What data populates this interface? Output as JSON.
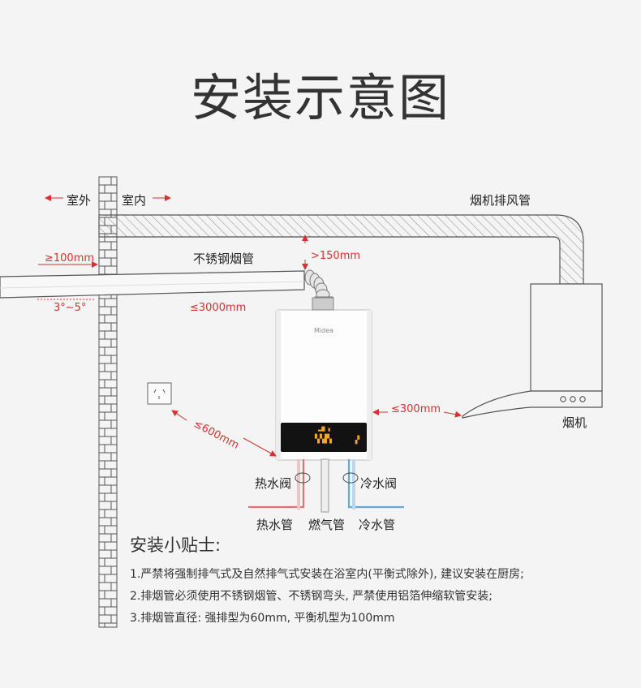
{
  "title": "安装示意图",
  "labels": {
    "outdoor": "室外",
    "indoor": "室内",
    "hood_exhaust_pipe": "烟机排风管",
    "stainless_flue": "不锈钢烟管",
    "hood": "烟机",
    "hot_valve": "热水阀",
    "cold_valve": "冷水阀",
    "hot_pipe": "热水管",
    "gas_pipe": "燃气管",
    "cold_pipe": "冷水管",
    "brand": "Midea"
  },
  "dimensions": {
    "outside_min": "≥100mm",
    "slope": "3°~5°",
    "above_heater": ">150mm",
    "flue_length": "≤3000mm",
    "to_socket": "≤600mm",
    "to_hood": "≤300mm"
  },
  "tips": {
    "heading": "安装小贴士:",
    "items": [
      "1.严禁将强制排气式及自然排气式安装在浴室内(平衡式除外), 建议安装在厨房;",
      "2.排烟管必须使用不锈钢烟管、不锈钢弯头, 严禁使用铝箔伸缩软管安装;",
      "3.排烟管直径: 强排型为60mm, 平衡机型为100mm"
    ]
  },
  "colors": {
    "dimension": "#d9312f",
    "hot_line": "#e0707a",
    "cold_line": "#6aa7d6",
    "text": "#222222"
  }
}
